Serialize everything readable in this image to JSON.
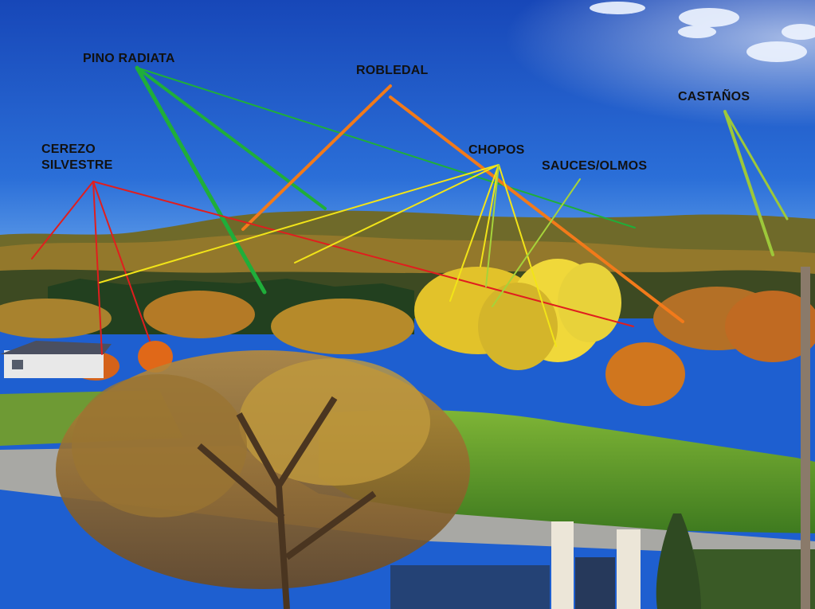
{
  "annotations": {
    "pino_radiata": {
      "text": "PINO RADIATA",
      "color": "#23b23a"
    },
    "robledal": {
      "text": "ROBLEDAL",
      "color": "#f07d1c"
    },
    "castanos": {
      "text": "CASTAÑOS",
      "color": "#9cc83a"
    },
    "cerezo_line1": {
      "text": "CEREZO"
    },
    "cerezo_line2": {
      "text": "SILVESTRE",
      "color": "#e02020"
    },
    "chopos": {
      "text": "CHOPOS",
      "color": "#f2e21a"
    },
    "sauces_olmos": {
      "text": "SAUCES/OLMOS",
      "color": "#a6d33a"
    }
  },
  "palette": {
    "sky_top": "#1a4fc4",
    "sky_horizon": "#4f8fe8",
    "hills_far": "#6d6a2e",
    "autumn_orange": "#d9781c",
    "autumn_yellow": "#e7c12a",
    "grass": "#5f9a2a"
  }
}
